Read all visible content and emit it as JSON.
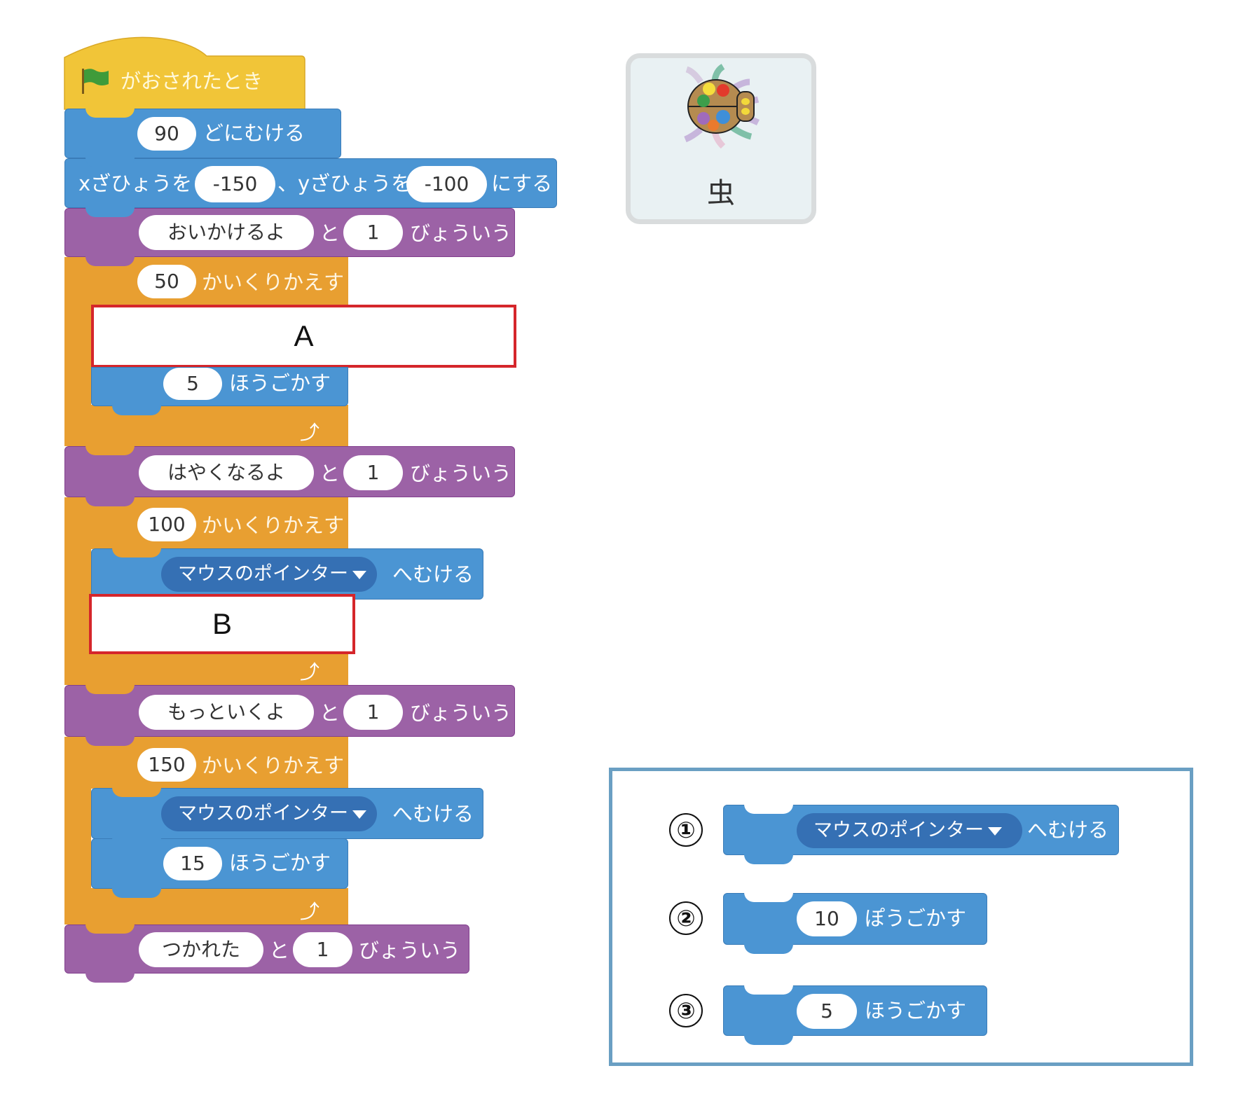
{
  "script": {
    "hat": {
      "label": "がおされたとき",
      "icon": "green-flag-icon"
    },
    "point_direction": {
      "value": "90",
      "label": "どにむける"
    },
    "goto_xy": {
      "label_x": "xざひょうを",
      "x": "-150",
      "label_y": "、yざひょうを",
      "y": "-100",
      "suffix": "にする"
    },
    "say1": {
      "text": "おいかけるよ",
      "to": "と",
      "secs": "1",
      "suffix": "びょういう"
    },
    "repeat1": {
      "count": "50",
      "label": "かいくりかえす",
      "slot": "A",
      "move": {
        "steps": "5",
        "label": "ほうごかす"
      }
    },
    "say2": {
      "text": "はやくなるよ",
      "to": "と",
      "secs": "1",
      "suffix": "びょういう"
    },
    "repeat2": {
      "count": "100",
      "label": "かいくりかえす",
      "point": {
        "target": "マウスのポインター",
        "label": "へむける"
      },
      "slot": "B"
    },
    "say3": {
      "text": "もっといくよ",
      "to": "と",
      "secs": "1",
      "suffix": "びょういう"
    },
    "repeat3": {
      "count": "150",
      "label": "かいくりかえす",
      "point": {
        "target": "マウスのポインター",
        "label": "へむける"
      },
      "move": {
        "steps": "15",
        "label": "ほうごかす"
      }
    },
    "say4": {
      "text": "つかれた",
      "to": "と",
      "secs": "1",
      "suffix": "びょういう"
    }
  },
  "sprite": {
    "name": "虫",
    "icon": "beetle-icon"
  },
  "options": [
    {
      "number": "①",
      "target": "マウスのポインター",
      "label": "へむける"
    },
    {
      "number": "②",
      "steps": "10",
      "label": "ぽうごかす"
    },
    {
      "number": "③",
      "steps": "5",
      "label": "ほうごかす"
    }
  ],
  "colors": {
    "motion": "#4b95d3",
    "looks": "#9c62a6",
    "control": "#e89f31",
    "events": "#f1c538",
    "answer_box": "#d5262b",
    "options_border": "#6a9fc3"
  }
}
